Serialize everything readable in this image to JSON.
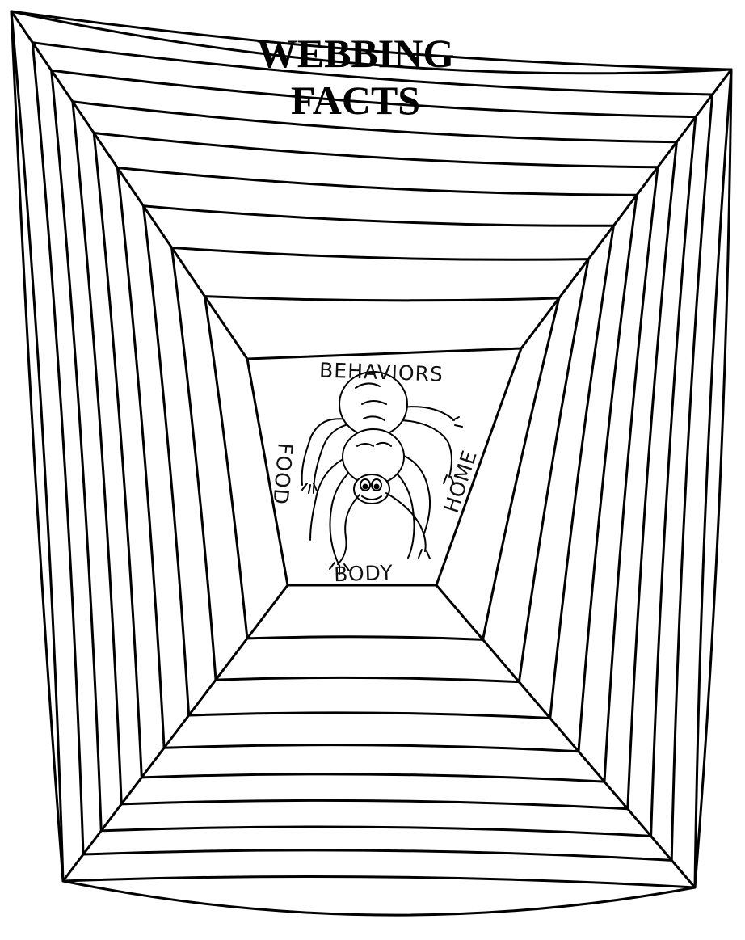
{
  "worksheet": {
    "title_line_1": "WEBBING",
    "title_line_2": "FACTS"
  },
  "center_labels": {
    "top": "BEHAVIORS",
    "left": "FOOD",
    "right": "HOME",
    "bottom": "BODY"
  },
  "illustration": {
    "subject": "spider-icon",
    "ink_color": "#000000",
    "paper_color": "#ffffff"
  }
}
